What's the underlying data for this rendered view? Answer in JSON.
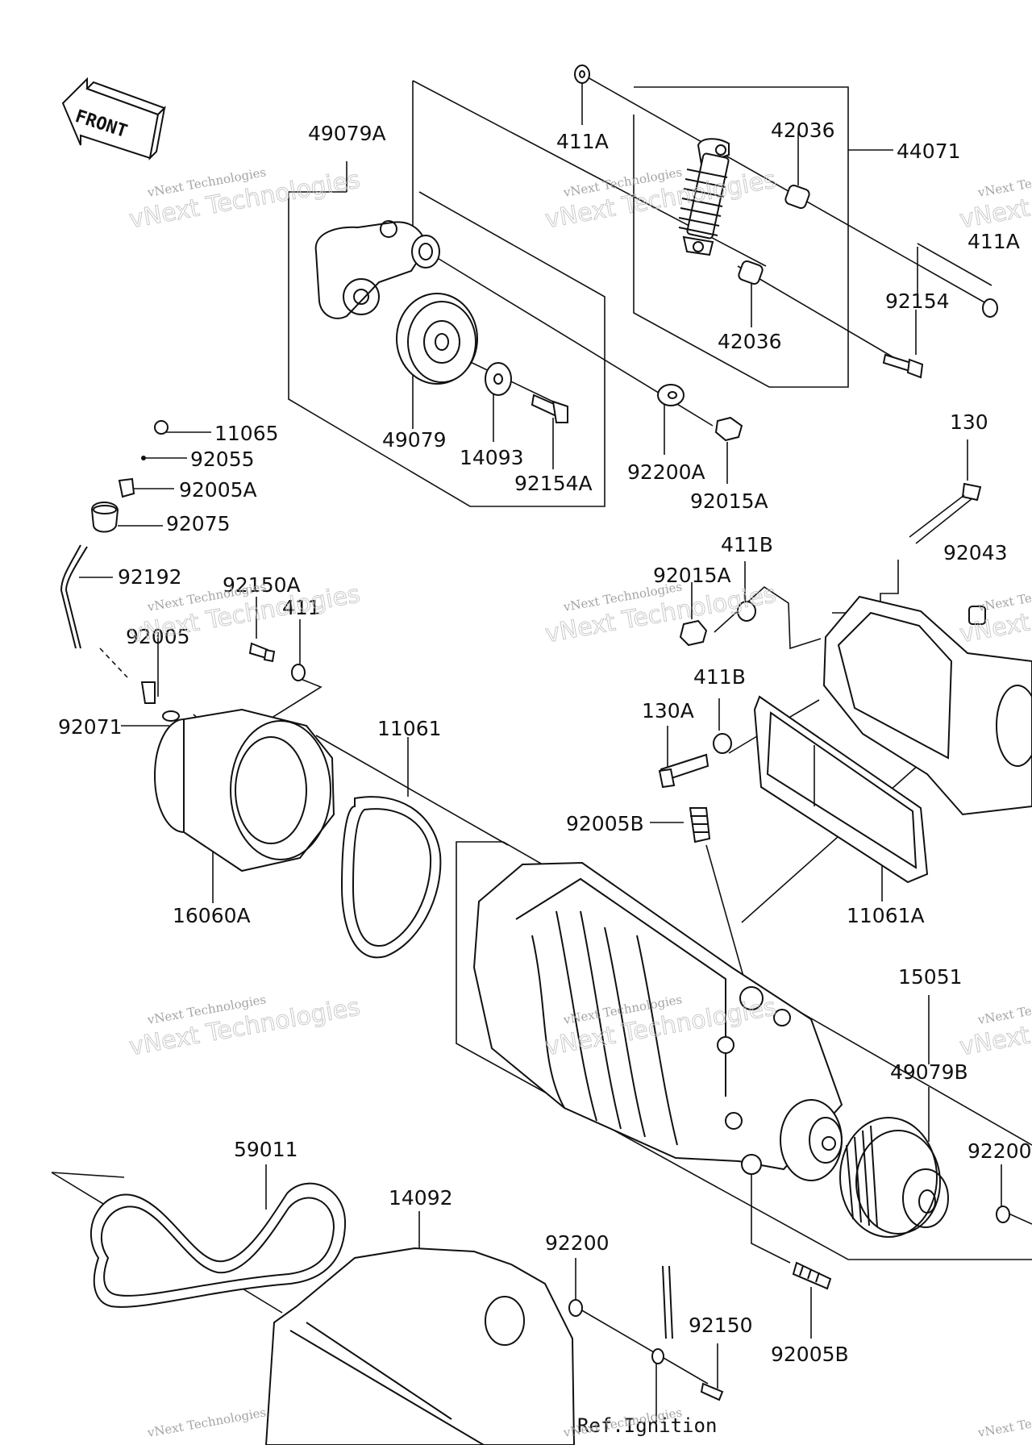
{
  "front_label": "FRONT",
  "watermark": {
    "line1": "vNext Technologies",
    "line2": "vNext Technologies"
  },
  "ref_note": "Ref.Ignition",
  "part_labels": [
    "49079A",
    "411A",
    "42036",
    "44071",
    "411A",
    "92154",
    "42036",
    "49079",
    "14093",
    "92154A",
    "92200A",
    "92015A",
    "130",
    "11065",
    "92055",
    "92005A",
    "92075",
    "92192",
    "92150A",
    "411",
    "92005",
    "92071",
    "411B",
    "92015A",
    "92043",
    "411B",
    "130A",
    "11061",
    "92005B",
    "16060A",
    "11061A",
    "15051",
    "49079B",
    "59011",
    "14092",
    "92200",
    "92200",
    "92150",
    "92005B"
  ]
}
